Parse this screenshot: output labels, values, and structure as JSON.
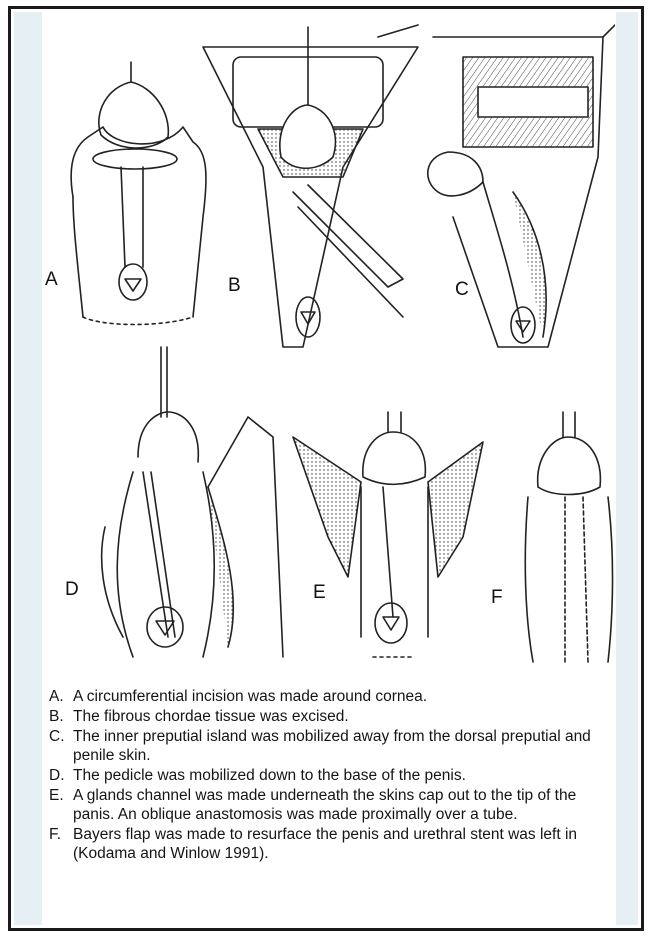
{
  "figure": {
    "panel_labels": [
      "A",
      "B",
      "C",
      "D",
      "E",
      "F"
    ]
  },
  "legend": [
    {
      "letter": "A.",
      "text": "A circumferential incision was made around cornea."
    },
    {
      "letter": "B.",
      "text": "The fibrous chordae tissue was excised."
    },
    {
      "letter": "C.",
      "text": "The inner preputial island was mobilized away from the dorsal preputial and penile skin."
    },
    {
      "letter": "D.",
      "text": "The pedicle was mobilized down to the base of the penis."
    },
    {
      "letter": "E.",
      "text": "A glands channel was made underneath the skins cap out to the tip of the panis. An oblique anastomosis was made proximally over a tube."
    },
    {
      "letter": "F.",
      "text": "Bayers flap was made to resurface the penis and urethral stent was left in (Kodama and Winlow 1991)."
    }
  ]
}
